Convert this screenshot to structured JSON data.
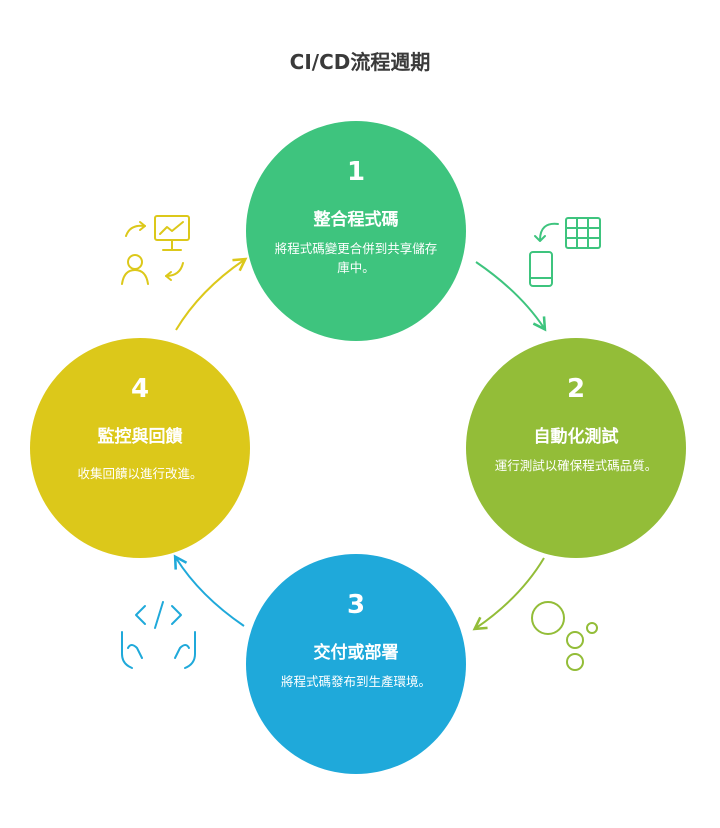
{
  "title": "CI/CD流程週期",
  "colors": {
    "stage1": "#3ec47e",
    "stage2": "#93bd38",
    "stage3": "#1fa9da",
    "stage4": "#dcc81a"
  },
  "stages": [
    {
      "number": "1",
      "heading": "整合程式碼",
      "description": "將程式碼變更合併到共享儲存庫中。"
    },
    {
      "number": "2",
      "heading": "自動化測試",
      "description": "運行測試以確保程式碼品質。"
    },
    {
      "number": "3",
      "heading": "交付或部署",
      "description": "將程式碼發布到生產環境。"
    },
    {
      "number": "4",
      "heading": "監控與回饋",
      "description": "收集回饋以進行改進。"
    }
  ],
  "icons": [
    "monitoring-feedback-icon",
    "devices-table-icon",
    "bubbles-icon",
    "hands-code-icon"
  ]
}
